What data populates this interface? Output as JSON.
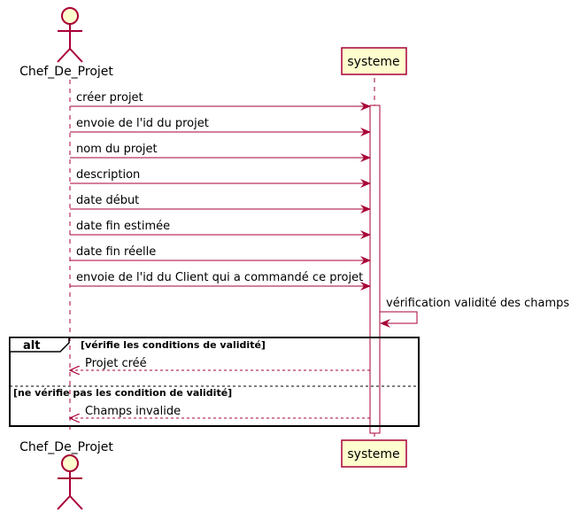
{
  "diagram": {
    "actor_name": "Chef_De_Projet",
    "participant_name": "systeme",
    "messages": [
      "créer projet",
      "envoie de l'id du projet",
      "nom du projet",
      "description",
      "date début",
      "date fin estimée",
      "date fin réelle",
      "envoie de l'id du Client qui a commandé ce projet"
    ],
    "self_message": "vérification validité des champs",
    "alt": {
      "keyword": "alt",
      "guard_1": "[vérifie les conditions de validité]",
      "reply_1": "Projet créé",
      "guard_2": "[ne vérifie pas les condition de validité]",
      "reply_2": "Champs invalide"
    }
  },
  "colors": {
    "arrow": "#A80036",
    "participant_fill": "#FEFECE",
    "participant_border": "#A80036",
    "lifeline": "#A80036",
    "frame": "#000000"
  }
}
